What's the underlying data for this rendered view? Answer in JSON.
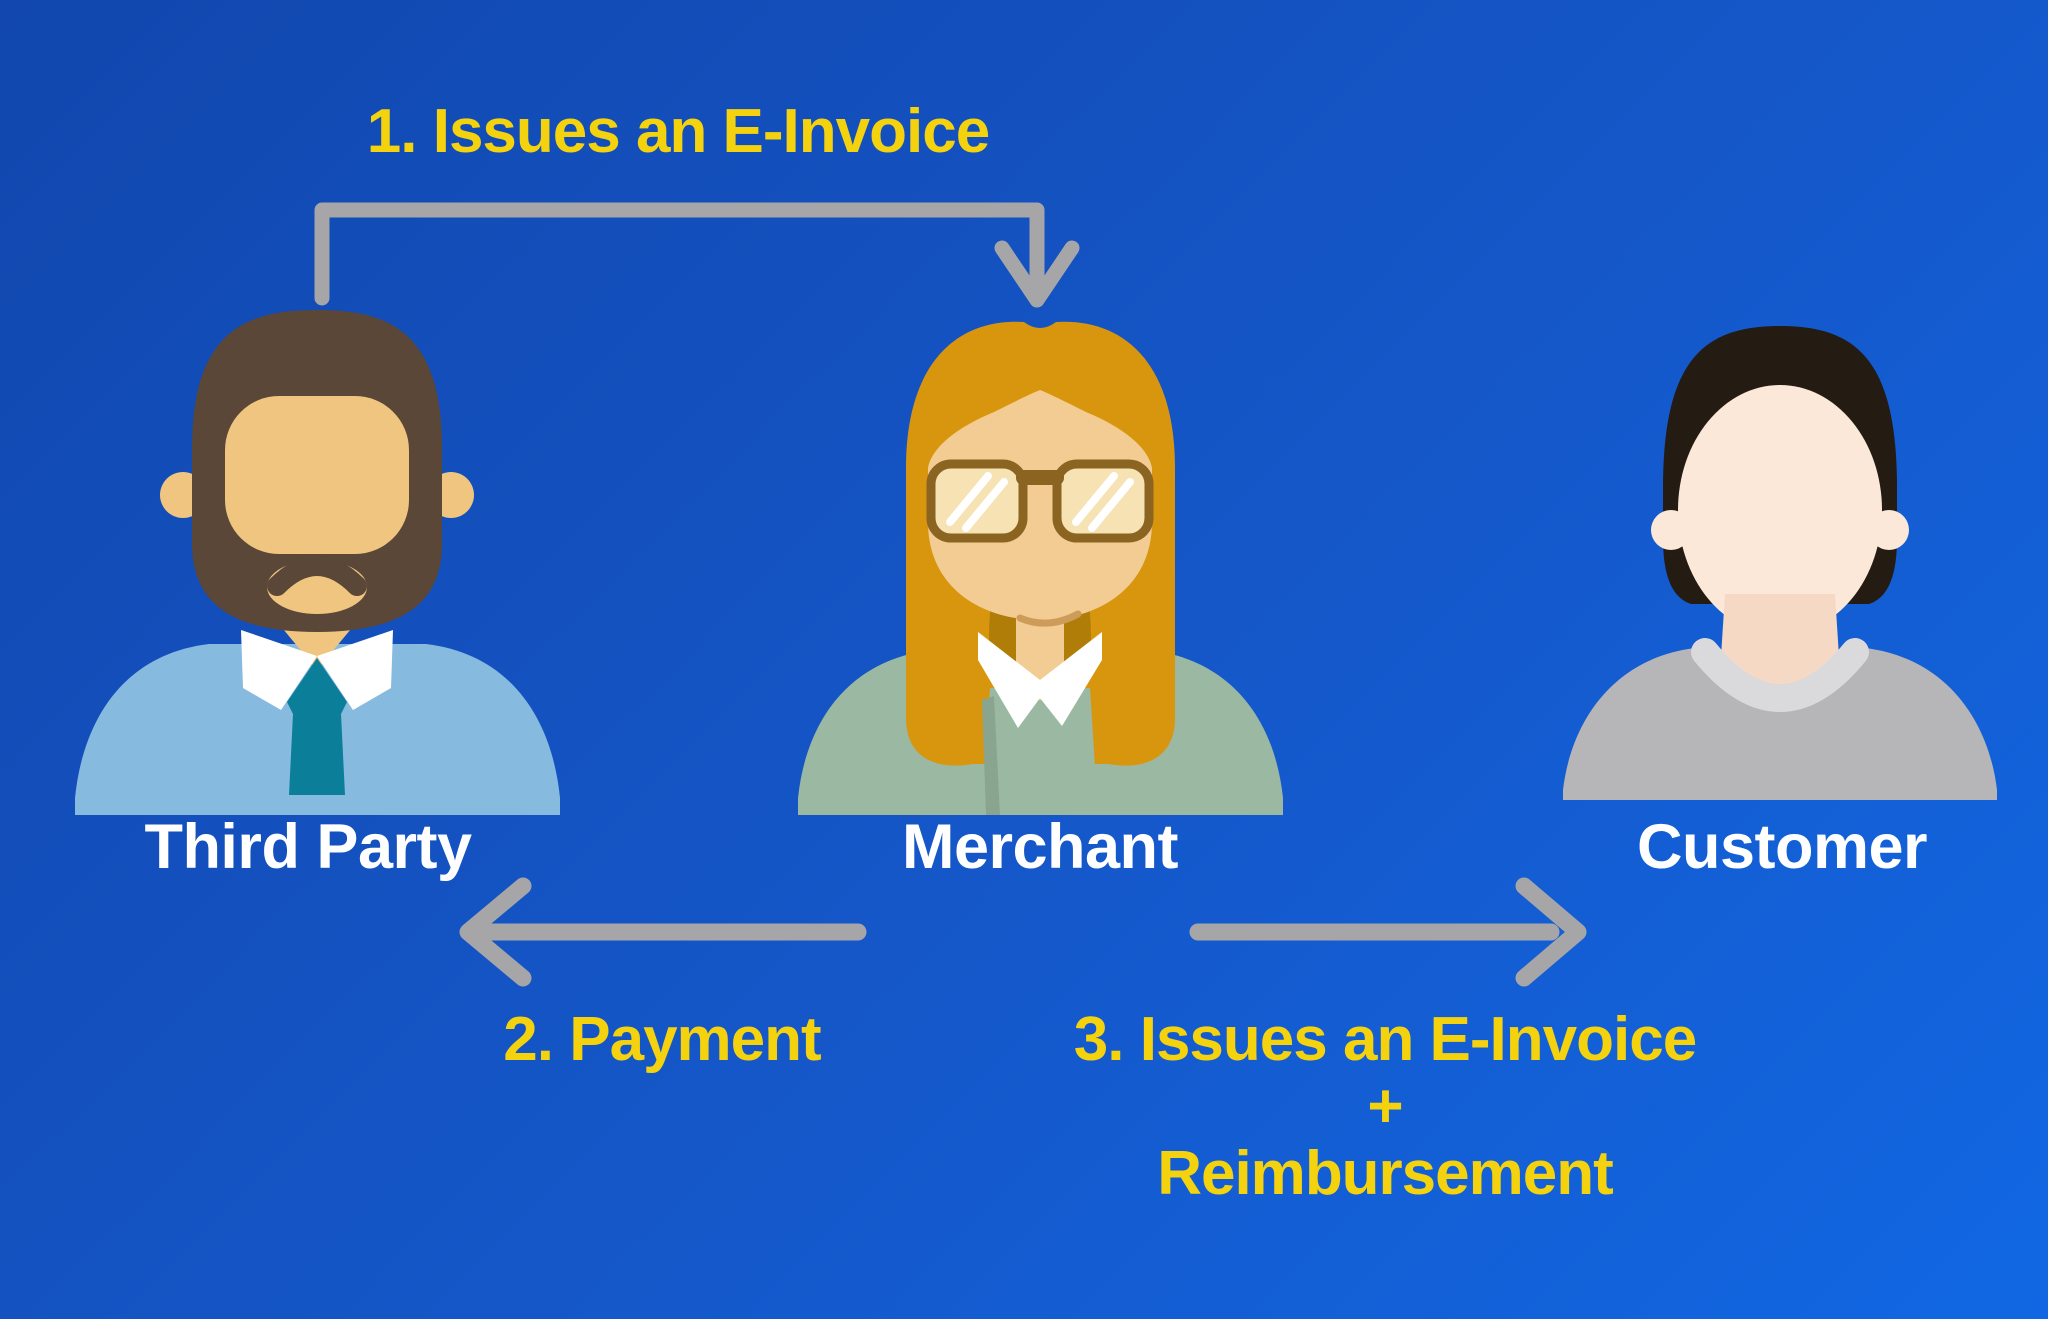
{
  "background": {
    "gradient_from": "#1147AE",
    "gradient_to": "#1167E3"
  },
  "palette": {
    "label_yellow": "#F5D20E",
    "label_white": "#FFFFFF",
    "arrow_gray": "#A6A6A8"
  },
  "steps": [
    {
      "label": "1. Issues an E-Invoice",
      "from": "Third Party",
      "to": "Merchant",
      "arrow": "elbow-down-arrow"
    },
    {
      "label": "2. Payment",
      "from": "Merchant",
      "to": "Third Party",
      "arrow": "left-arrow"
    },
    {
      "label_lines": [
        "3. Issues an E-Invoice",
        "+",
        "Reimbursement"
      ],
      "from": "Merchant",
      "to": "Customer",
      "arrow": "right-arrow"
    }
  ],
  "actors": [
    {
      "id": "third-party",
      "label": "Third Party",
      "icon": "bearded-man-avatar",
      "colors": {
        "hair": "#5A4738",
        "skin": "#EFC57F",
        "shirt": "#87BADF",
        "collar": "#FFFFFF",
        "tie": "#0B7E9A"
      }
    },
    {
      "id": "merchant",
      "label": "Merchant",
      "icon": "woman-glasses-avatar",
      "colors": {
        "hair": "#D8960E",
        "hair_shadow": "#B07E08",
        "skin": "#F2CC92",
        "sweater": "#9BB9A2",
        "collar": "#FFFFFF",
        "glasses_frame": "#8A6420",
        "lens": "#F6E2B2"
      }
    },
    {
      "id": "customer",
      "label": "Customer",
      "icon": "young-man-avatar",
      "colors": {
        "hair": "#241B12",
        "skin": "#FCE8D8",
        "neck": "#F6D9C5",
        "shirt": "#B6B6B8",
        "collar": "#DADADC"
      }
    }
  ]
}
